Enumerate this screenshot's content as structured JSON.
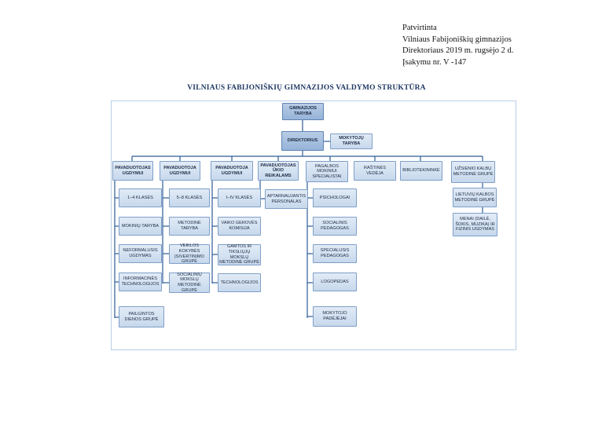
{
  "approval": {
    "line1": "Patvirtinta",
    "line2": "Vilniaus Fabijoniškių gimnazijos",
    "line3": "Direktoriaus 2019 m. rugsėjo 2 d.",
    "line4": "Įsakymu nr. V -147"
  },
  "title": "VILNIAUS FABIJONIŠKIŲ GIMNAZIJOS VALDYMO STRUKTŪRA",
  "chart": {
    "council": "GIMNAZIJOS TARYBA",
    "director": "DIREKTORIUS",
    "teachers_council": "MOKYTOJŲ TARYBA",
    "deputy1": {
      "title": "PAVADUOTOJAS UGDYMUI",
      "items": [
        "1–4 KLASĖS",
        "MOKINIŲ TARYBA",
        "NEFORMALUSIS UGDYMAS",
        "INFORMACINĖS TECHNOLOGIJOS",
        "PAILGINTOS DIENOS GRUPĖ"
      ]
    },
    "deputy2": {
      "title": "PAVADUOTOJA UGDYMUI",
      "items": [
        "5–8 KLASĖS",
        "METODINĖ TARYBA",
        "VEIKLOS KOKYBĖS ĮSIVERTINIMO GRUPĖ",
        "SOCIALINIŲ MOKSLŲ METODINĖ GRUPĖ"
      ]
    },
    "deputy3": {
      "title": "PAVADUOTOJA UGDYMUI",
      "items": [
        "I–IV KLASĖS",
        "VAIKO GEROVĖS KOMISIJA",
        "GAMTOS IR TIKSLIŲJŲ MOKSLŲ METODINĖ GRUPĖ",
        "TECHNOLOGIJOS"
      ]
    },
    "deputy4": {
      "title": "PAVADUOTOJAS ŪKIO REIKALAMS",
      "items": [
        "APTARNAUJANTIS PERSONALAS"
      ]
    },
    "support": {
      "title": "PAGALBOS MOKINIUI SPECIALISTAI",
      "items": [
        "PSICHOLOGAI",
        "SOCIALINIS PEDAGOGAS",
        "SPECIALUSIS PEDAGOGAS",
        "LOGOPEDAS",
        "MOKYTOJO PADĖJĖJAI"
      ]
    },
    "secretary": "RAŠTINĖS VEDĖJA",
    "librarian": "BIBLIOTEKININKĖ",
    "languages": {
      "title": "UŽSIENIO KALBŲ METODINĖ GRUPĖ",
      "items": [
        "LIETUVIŲ KALBOS METODINĖ GRUPĖ",
        "MENAI (DAILĖ, ŠOKIS, MUZIKA) IR FIZINIS UGDYMAS"
      ]
    }
  }
}
